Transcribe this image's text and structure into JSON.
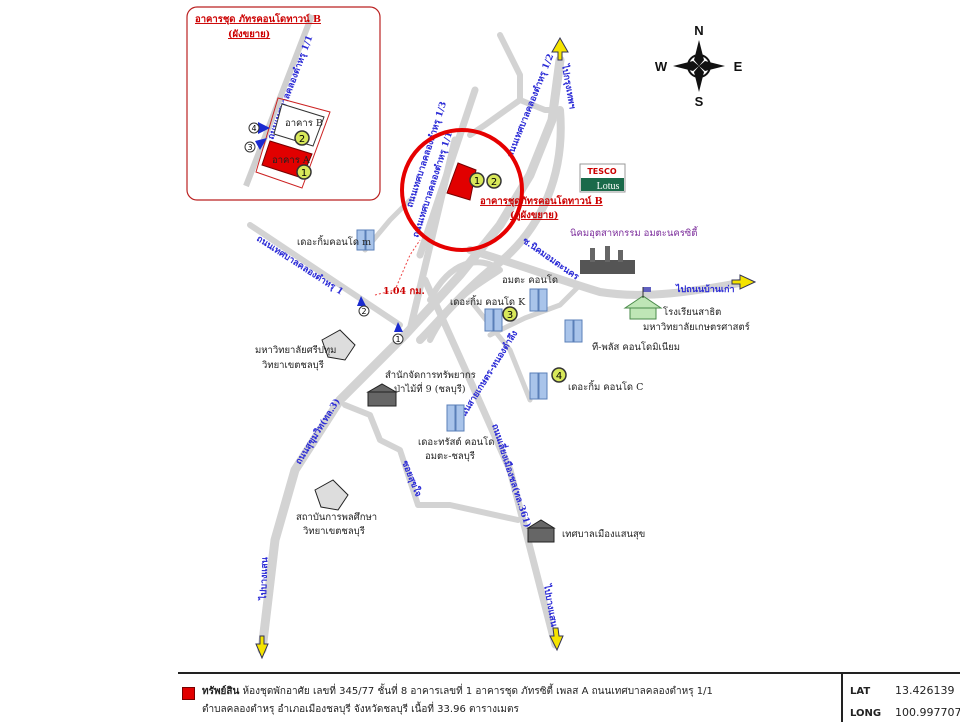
{
  "compass": {
    "n": "N",
    "s": "S",
    "e": "E",
    "w": "W"
  },
  "inset": {
    "title": "อาคารชุด ภัทรคอนโดทาวน์ B",
    "subtitle": "(ผังขยาย)",
    "road": "ถนนเทศบาลคลองตำหรุ 1/1",
    "building_b": "อาคาร B",
    "building_a": "อาคาร A",
    "markers": [
      "1",
      "2",
      "3",
      "4"
    ]
  },
  "roads": {
    "r1_1": "ถนนเทศบาลคลองตำหรุ 1/1",
    "r1_3": "ถนนเทศบาลคลองตำหรุ 1/3",
    "r1_2": "ถนนเทศบาลคลองตำหรุ 1/2",
    "to_bangkok": "ไปกรุงเทพฯ",
    "r1": "ถนนเทศบาลคลองตำหรุ 1",
    "amata": "ซ.นิคมอมตะนคร",
    "to_ban_kao": "ไปถนนบ้านเก่า",
    "kaset": "ถนนสายเกษตร-หนองตำลึง",
    "sukhumvit": "ถนนสุขุมวิท(ทล.3)",
    "sukjai": "ซอยสุขใจ",
    "bypass": "ถนนเลี่ยงเมืองชล(ทล.361)",
    "to_bangsaen_1": "ไปบางแสน",
    "to_bangsaen_2": "ไปบางแสน"
  },
  "places": {
    "subject_1": "อาคารชุดภัทรคอนโดทาวน์ B",
    "subject_2": "(ดูผังขยาย)",
    "tesco_1": "TESCO",
    "tesco_2": "Lotus",
    "amata_estate": "นิคมอุตสาหกรรม อมตะนครซิตี้",
    "dcondo_m": "เดอะกิ้มคอนโด m",
    "distance": "1.04 กม.",
    "amata_condo": "อมตะ คอนโด",
    "dcondo_k": "เดอะกิ้ม คอนโด K",
    "school_1": "โรงเรียนสาธิต",
    "school_2": "มหาวิทยาลัยเกษตรศาสตร์",
    "tplus": "ที-พลัส คอนโดมิเนียม",
    "sripatum_1": "มหาวิทยาลัยศรีปทุม",
    "sripatum_2": "วิทยาเขตชลบุรี",
    "forest_1": "สำนักจัดการทรัพยากร",
    "forest_2": "ป่าไม้ที่ 9 (ชลบุรี)",
    "dcondo_c": "เดอะกิ้ม คอนโด C",
    "trust_1": "เดอะทรัสต์ คอนโด",
    "trust_2": "อมตะ-ชลบุรี",
    "pe_1": "สถาบันการพลศึกษา",
    "pe_2": "วิทยาเขตชลบุรี",
    "municipality": "เทศบาลเมืองแสนสุข",
    "markers": [
      "1",
      "2",
      "3",
      "4"
    ]
  },
  "legend": {
    "label": "ทรัพย์สิน",
    "line1": "ห้องชุดพักอาศัย เลขที่ 345/77 ชั้นที่ 8 อาคารเลขที่ 1 อาคารชุด ภัทรซิตี้ เพลส A ถนนเทศบาลคลองตำหรุ 1/1",
    "line2": "ตำบลคลองตำหรุ อำเภอเมืองชลบุรี  จังหวัดชลบุรี  เนื้อที่ 33.96 ตารางเมตร",
    "lat_label": "LAT",
    "lat": "13.426139",
    "long_label": "LONG",
    "long": "100.997707",
    "subject_color": "#e10000"
  },
  "colors": {
    "road": "#d3d3d3",
    "road_label": "#2b2bd6",
    "highlight": "#e60000",
    "marker": "#d8e85a",
    "arrow": "#f5e400"
  }
}
